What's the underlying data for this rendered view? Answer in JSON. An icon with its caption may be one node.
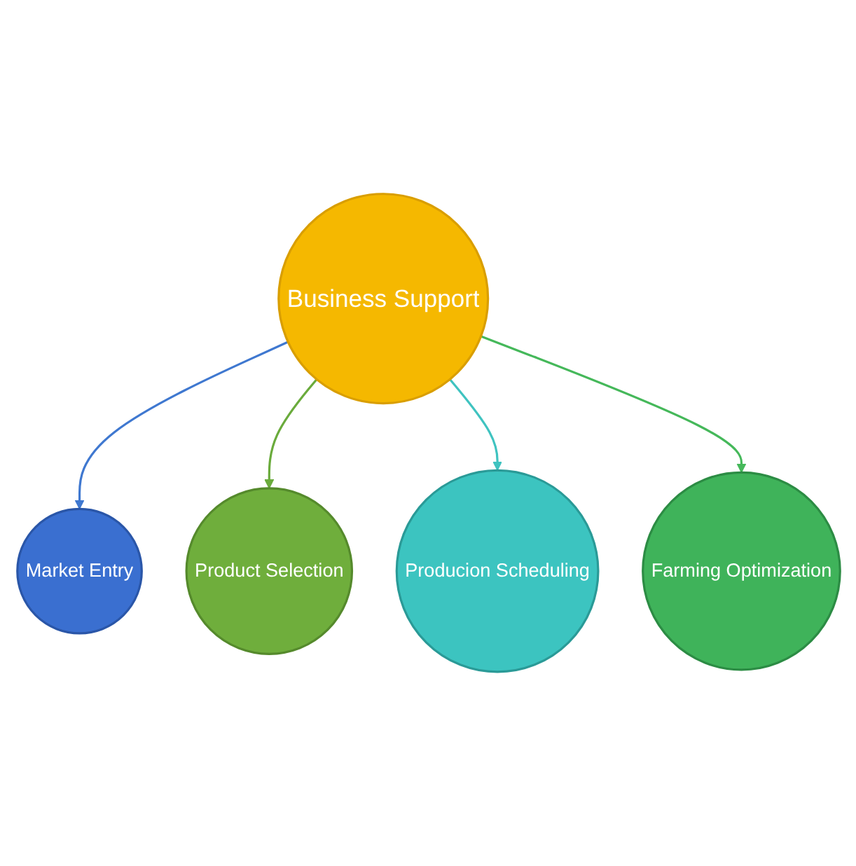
{
  "diagram": {
    "nodes": [
      {
        "text": [
          "Business Support"
        ]
      },
      {
        "text": [
          "Market Entry"
        ]
      },
      {
        "text": [
          "Product Selection"
        ]
      },
      {
        "text": [
          "Producion Scheduling"
        ]
      },
      {
        "text": [
          "Farming Optimization"
        ]
      }
    ],
    "edges": [
      {
        "from": 0,
        "to": 1,
        "arrow": "to",
        "color": "#3f78d0"
      },
      {
        "from": 0,
        "to": 2,
        "arrow": "to",
        "color": "#6aab3c"
      },
      {
        "from": 0,
        "to": 3,
        "arrow": "to",
        "color": "#3fc3c0"
      },
      {
        "from": 0,
        "to": 4,
        "arrow": "to",
        "color": "#45b85a"
      }
    ]
  }
}
